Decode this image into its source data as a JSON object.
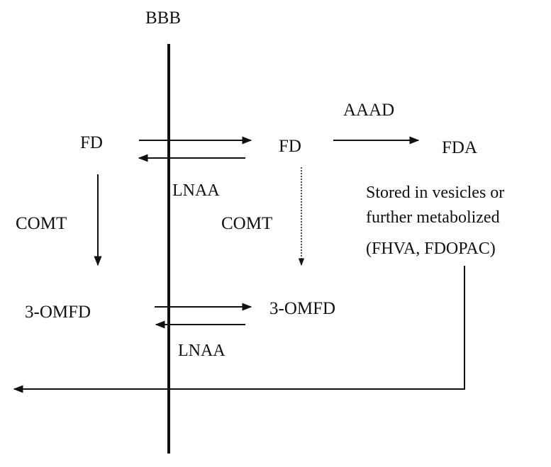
{
  "barrier": {
    "label": "BBB"
  },
  "left": {
    "fd": "FD",
    "comt": "COMT",
    "omfd": "3-OMFD"
  },
  "right": {
    "fd": "FD",
    "comt": "COMT",
    "omfd": "3-OMFD",
    "fda": "FDA",
    "aaad": "AAAD"
  },
  "transport": {
    "lnaa_upper": "LNAA",
    "lnaa_lower": "LNAA"
  },
  "fate": {
    "line1": "Stored in vesicles or",
    "line2": "further metabolized",
    "line3": "(FHVA, FDOPAC)"
  }
}
